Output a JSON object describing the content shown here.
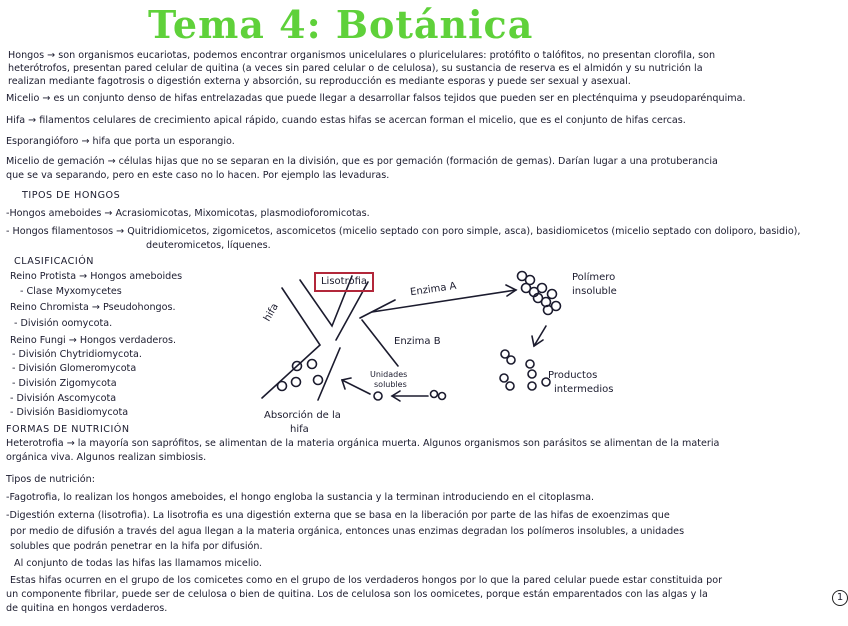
{
  "title": "Tema 4: Botánica",
  "intro_lines": [
    "Hongos → son organismos eucariotas, podemos encontrar organismos unicelulares o pluricelulares: protófito o talófitos, no presentan clorofila, son",
    "heterótrofos, presentan pared celular de quitina (a veces sin pared celular o de celulosa), su sustancia de reserva es el almidón y su nutrición la",
    "realizan mediante fagotrosis o digestión externa y absorción, su reproducción es mediante esporas y puede ser sexual y asexual.",
    "Micelio → es un conjunto denso de hifas entrelazadas que puede llegar a desarrollar falsos tejidos que pueden ser en plecténquima y pseudoparénquima.",
    "Hifa → filamentos celulares de crecimiento apical rápido, cuando estas hifas se acercan forman el micelio, que es el conjunto de hifas cercas.",
    "Esporangióforo → hifa que porta un esporangio.",
    "Micelio de gemación → células hijas que no se separan en la división, que es por gemación (formación de gemas). Darían lugar a una protuberancia",
    "que se va separando, pero en este caso no lo hacen. Por ejemplo las levaduras."
  ],
  "tipos": {
    "heading": "TIPOS DE HONGOS",
    "lines": [
      "-Hongos ameboides → Acrasiomicotas, Mixomicotas, plasmodioforomicotas.",
      "- Hongos filamentosos → Quitridiomicetos, zigomicetos, ascomicetos (micelio septado con poro simple, asca), basidiomicetos (micelio septado con doliporo, basidio),",
      "deuteromicetos, líquenes."
    ]
  },
  "clasificacion": {
    "heading": "CLASIFICACIÓN",
    "lines": [
      "Reino Protista → Hongos ameboides",
      "- Clase Myxomycetes",
      "Reino Chromista → Pseudohongos.",
      "- División oomycota.",
      "Reino Fungi → Hongos verdaderos.",
      "- División Chytridiomycota.",
      "- División Glomeromycota",
      "- División Zigomycota",
      "- División Ascomycota",
      "- División Basidiomycota"
    ]
  },
  "diagram": {
    "lisotrofia": "Lisotrofia",
    "hifa": "hifa",
    "enzima_a": "Enzima A",
    "enzima_b": "Enzima B",
    "polimero": [
      "Polímero",
      "insoluble"
    ],
    "productos": [
      "Productos",
      "intermedios"
    ],
    "unidades": [
      "Unidades",
      "solubles"
    ],
    "absorcion": [
      "Absorción de la",
      "hifa"
    ]
  },
  "nutricion": {
    "heading": "FORMAS DE NUTRICIÓN",
    "lines": [
      "Heterotrofia → la mayoría son saprófitos, se alimentan de la materia orgánica muerta. Algunos organismos son parásitos se alimentan de la materia",
      "orgánica viva. Algunos realizan simbiosis.",
      "Tipos de nutrición:",
      "-Fagotrofia, lo realizan los hongos ameboides, el hongo engloba la sustancia y la terminan introduciendo en el citoplasma.",
      "-Digestión externa (lisotrofia). La lisotrofia es una digestión externa que se basa en la liberación por parte de las hifas de exoenzimas que",
      "por medio de difusión a través del agua llegan a la materia orgánica, entonces unas enzimas degradan los polímeros insolubles, a unidades",
      "solubles que podrán penetrar en la hifa por difusión.",
      "Al conjunto de todas las hifas las llamamos micelio.",
      "Estas hifas ocurren en el grupo de los comicetes como en el grupo de los verdaderos hongos por lo que la pared celular puede estar constituida por",
      "un componente fibrilar, puede ser de celulosa o bien de quitina. Los de celulosa son los oomicetes, porque están emparentados con las algas y la",
      "de quitina en hongos verdaderos."
    ]
  },
  "page_number": "1",
  "colors": {
    "title": "#5fd13a",
    "ink": "#1b1b2e",
    "box": "#b2273a"
  }
}
